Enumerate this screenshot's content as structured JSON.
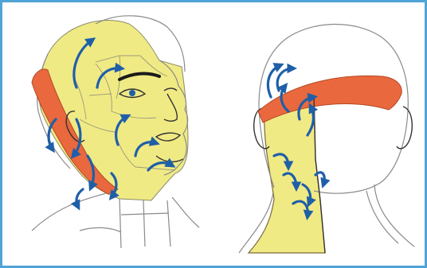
{
  "colors": {
    "border": "#4fa3d6",
    "skin_zone": "#f0ea84",
    "band": "#e9683d",
    "arrow": "#1f5fa8",
    "outline": "#8a8a8a"
  },
  "figures": [
    {
      "view": "front-three-quarter",
      "icons": [
        "head-outline",
        "yellow-zone",
        "orange-band",
        "blue-arrows"
      ]
    },
    {
      "view": "back",
      "icons": [
        "head-outline",
        "yellow-zone",
        "orange-band",
        "blue-arrows"
      ]
    }
  ]
}
